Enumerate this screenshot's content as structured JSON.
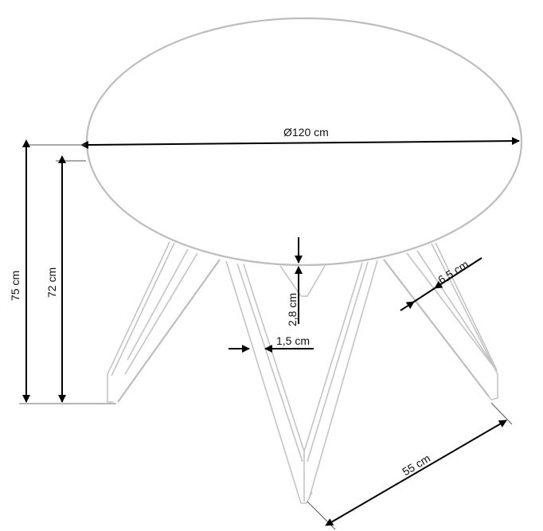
{
  "drawing": {
    "subject": "Round table dimension drawing",
    "colors": {
      "outline": "#bdbdbd",
      "dimension": "#000000",
      "background": "#ffffff"
    },
    "dimensions": {
      "diameter": "Ø120 cm",
      "total_height": "75 cm",
      "leg_height": "72 cm",
      "top_thickness": "2,8 cm",
      "leg_rod_width": "1,5 cm",
      "leg_width": "6,5 cm",
      "leg_span": "55 cm"
    }
  }
}
